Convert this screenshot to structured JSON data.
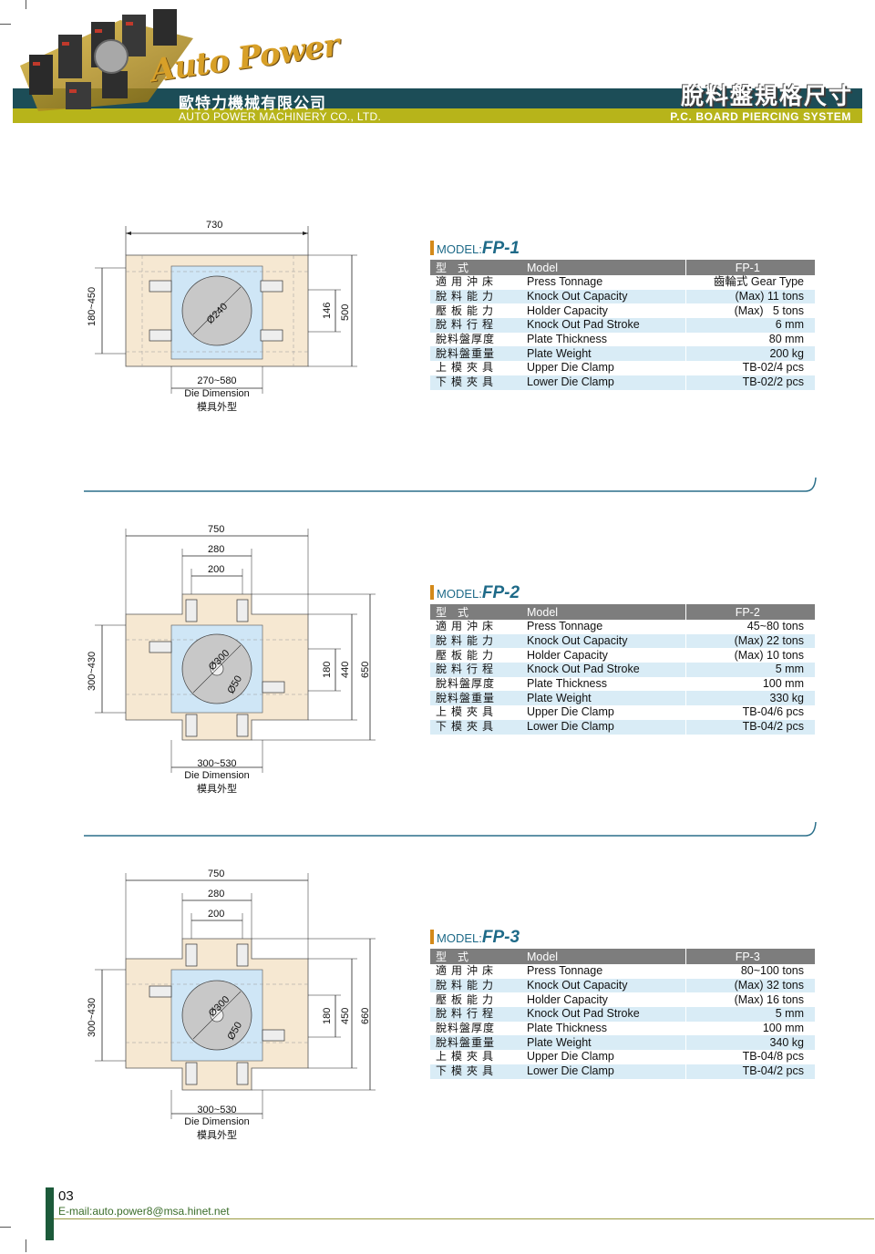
{
  "header": {
    "brand_script": "Auto Power",
    "company_cn": "歐特力機械有限公司",
    "company_en": "AUTO POWER MACHINERY CO., LTD.",
    "title_cn": "脫料盤規格尺寸",
    "title_en": "P.C. BOARD PIERCING SYSTEM"
  },
  "models": [
    {
      "model_label": "MODEL:",
      "model_name": "FP-1",
      "drawing": {
        "width_total": "730",
        "height_range": "180~450",
        "dim_inner": "146",
        "dim_outer": "500",
        "circle": "Ø240",
        "die_range": "270~580",
        "die_en": "Die Dimension",
        "die_cn": "模具外型"
      },
      "table": {
        "headers": [
          "型　式",
          "Model",
          "FP-1"
        ],
        "rows": [
          [
            "適用沖床",
            "Press Tonnage",
            "齒輪式  Gear Type"
          ],
          [
            "脫料能力",
            "Knock Out Capacity",
            "(Max) 11 tons"
          ],
          [
            "壓板能力",
            "Holder Capacity",
            "(Max)   5 tons"
          ],
          [
            "脫料行程",
            "Knock Out Pad Stroke",
            "6 mm"
          ],
          [
            "脫料盤厚度",
            "Plate Thickness",
            "80 mm"
          ],
          [
            "脫料盤重量",
            "Plate Weight",
            "200 kg"
          ],
          [
            "上模夾具",
            "Upper Die Clamp",
            "TB-02/4 pcs"
          ],
          [
            "下模夾具",
            "Lower Die Clamp",
            "TB-02/2 pcs"
          ]
        ]
      }
    },
    {
      "model_label": "MODEL:",
      "model_name": "FP-2",
      "drawing": {
        "width_total": "750",
        "width_mid": "280",
        "width_inner": "200",
        "height_range": "300~430",
        "dim_inner": "180",
        "dim_mid": "440",
        "dim_outer": "650",
        "circle": "Ø300",
        "circle_small": "Ø50",
        "die_range": "300~530",
        "die_en": "Die Dimension",
        "die_cn": "模具外型"
      },
      "table": {
        "headers": [
          "型　式",
          "Model",
          "FP-2"
        ],
        "rows": [
          [
            "適用沖床",
            "Press Tonnage",
            "45~80 tons"
          ],
          [
            "脫料能力",
            "Knock Out Capacity",
            "(Max) 22 tons"
          ],
          [
            "壓板能力",
            "Holder Capacity",
            "(Max) 10 tons"
          ],
          [
            "脫料行程",
            "Knock Out Pad Stroke",
            "5 mm"
          ],
          [
            "脫料盤厚度",
            "Plate Thickness",
            "100 mm"
          ],
          [
            "脫料盤重量",
            "Plate Weight",
            "330 kg"
          ],
          [
            "上模夾具",
            "Upper Die Clamp",
            "TB-04/6 pcs"
          ],
          [
            "下模夾具",
            "Lower Die Clamp",
            "TB-04/2 pcs"
          ]
        ]
      }
    },
    {
      "model_label": "MODEL:",
      "model_name": "FP-3",
      "drawing": {
        "width_total": "750",
        "width_mid": "280",
        "width_inner": "200",
        "height_range": "300~430",
        "dim_inner": "180",
        "dim_mid": "450",
        "dim_outer": "660",
        "circle": "Ø300",
        "circle_small": "Ø50",
        "die_range": "300~530",
        "die_en": "Die Dimension",
        "die_cn": "模具外型"
      },
      "table": {
        "headers": [
          "型　式",
          "Model",
          "FP-3"
        ],
        "rows": [
          [
            "適用沖床",
            "Press Tonnage",
            "80~100 tons"
          ],
          [
            "脫料能力",
            "Knock Out Capacity",
            "(Max) 32 tons"
          ],
          [
            "壓板能力",
            "Holder Capacity",
            "(Max) 16 tons"
          ],
          [
            "脫料行程",
            "Knock Out Pad Stroke",
            "5 mm"
          ],
          [
            "脫料盤厚度",
            "Plate Thickness",
            "100 mm"
          ],
          [
            "脫料盤重量",
            "Plate Weight",
            "340 kg"
          ],
          [
            "上模夾具",
            "Upper Die Clamp",
            "TB-04/8 pcs"
          ],
          [
            "下模夾具",
            "Lower Die Clamp",
            "TB-04/2 pcs"
          ]
        ]
      }
    }
  ],
  "footer": {
    "page_number": "03",
    "email": "E-mail:auto.power8@msa.hinet.net"
  },
  "colors": {
    "header_dark": "#1c4d57",
    "header_olive": "#b7b41a",
    "accent_blue": "#1e6a88",
    "row_stripe": "#d9ecf6",
    "plate_fill": "#f6e8d2",
    "inner_fill": "#cfe6f6",
    "circle_fill": "#c8c8c8"
  }
}
